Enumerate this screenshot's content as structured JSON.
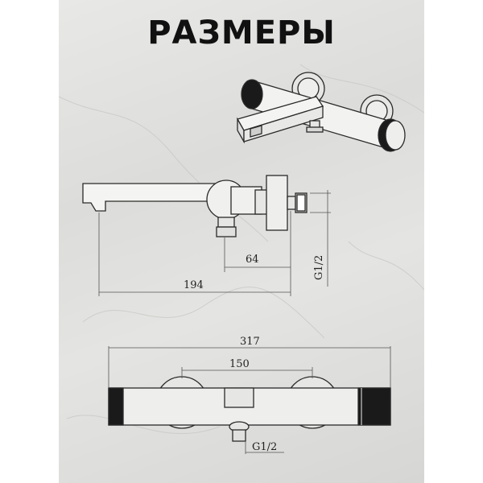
{
  "title": "РАЗМЕРЫ",
  "dimensions": {
    "side_spout_to_inlet": "64",
    "side_total_length": "194",
    "side_thread": "G1/2",
    "top_total_width": "317",
    "top_center_distance": "150",
    "top_thread": "G1/2"
  },
  "colors": {
    "background": "#dcdcda",
    "line": "#2a2a2a",
    "handle_dark": "#1a1a1a"
  }
}
